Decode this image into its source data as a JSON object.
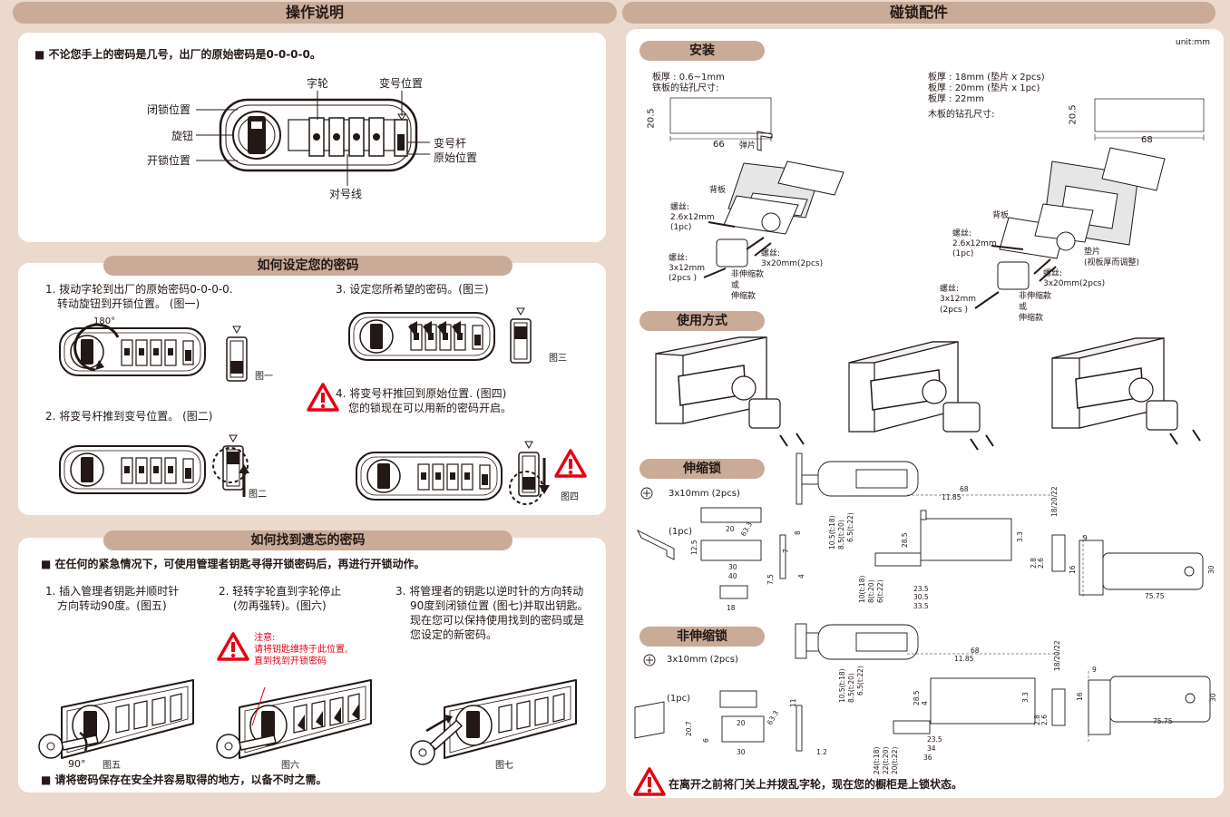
{
  "left": {
    "header": "操作说明",
    "intro_note": "不论您手上的密码是几号，出厂的原始密码是0-0-0-0。",
    "lock_labels": {
      "dial": "字轮",
      "change_pos": "变号位置",
      "locked_pos": "闭锁位置",
      "knob": "旋钮",
      "unlocked_pos": "开锁位置",
      "change_lever": "变号杆",
      "original_pos": "原始位置",
      "align_line": "对号线"
    },
    "set_code": {
      "title": "如何设定您的密码",
      "step1_line1": "1. 拨动字轮到出厂的原始密码0-0-0-0.",
      "step1_line2": "转动旋钮到开锁位置。 (图一)",
      "angle": "180°",
      "fig1": "图一",
      "step2": "2. 将变号杆推到变号位置。 (图二)",
      "fig2": "图二",
      "step3": "3. 设定您所希望的密码。(图三)",
      "fig3": "图三",
      "step4_line1": "4. 将变号杆推回到原始位置. (图四)",
      "step4_line2": "您的锁现在可以用新的密码开启。",
      "fig4": "图四"
    },
    "forgot": {
      "title": "如何找到遗忘的密码",
      "note": "在任何的紧急情况下，可使用管理者钥匙寻得开锁密码后，再进行开锁动作。",
      "step1_line1": "1. 插入管理者钥匙并顺时针",
      "step1_line2": "方向转动90度。(图五)",
      "step2_line1": "2. 轻转字轮直到字轮停止",
      "step2_line2": "(勿再强转)。(图六)",
      "step3_line1": "3. 将管理者的钥匙以逆时针的方向转动",
      "step3_line2": "90度到闭锁位置 (图七)并取出钥匙。",
      "step3_line3": "现在您可以保持使用找到的密码或是",
      "step3_line4": "您设定的新密码。",
      "warn_title": "注意:",
      "warn_line1": "请将钥匙维持于此位置,",
      "warn_line2": "直到找到开锁密码",
      "angle": "90°",
      "fig5": "图五",
      "fig6": "图六",
      "fig7": "图七",
      "footer": "请将密码保存在安全并容易取得的地方，以备不时之需。"
    }
  },
  "right": {
    "header": "碰锁配件",
    "unit": "unit:mm",
    "install": {
      "title": "安装",
      "metal_thickness": "板厚 : 0.6~1mm",
      "metal_hole": "铁板的钻孔尺寸:",
      "metal_h": "20.5",
      "metal_w": "66",
      "spring": "弹片",
      "back_plate": "背板",
      "screw_a1": "螺丝:",
      "screw_a2": "2.6x12mm",
      "screw_a3": "(1pc)",
      "screw_b1": "螺丝:",
      "screw_b2": "3x12mm",
      "screw_b3": "(2pcs )",
      "screw_c1": "螺丝:",
      "screw_c2": "3x20mm(2pcs)",
      "option1": "非伸缩款",
      "option_or": "或",
      "option2": "伸缩款",
      "wood_t1": "板厚 : 18mm (垫片 x 2pcs)",
      "wood_t2": "板厚 : 20mm (垫片 x 1pc)",
      "wood_t3": "板厚 : 22mm",
      "wood_hole": "木板的钻孔尺寸:",
      "wood_h": "20.5",
      "wood_w": "68",
      "spacer1": "垫片",
      "spacer2": "(视板厚而调整)"
    },
    "usage": {
      "title": "使用方式"
    },
    "telescopic": {
      "title": "伸缩锁",
      "screw": "3x10mm (2pcs)",
      "pc": "(1pc)",
      "dims": [
        "20",
        "63.3",
        "8",
        "12.5",
        "30",
        "40",
        "7.5",
        "7",
        "4",
        "18",
        "68",
        "11.85",
        "10.5(t:18)",
        "8.5(t:20)",
        "6.5(t:22)",
        "18/20/22",
        "28.5",
        "3.3",
        "10(t:18)",
        "8(t:20)",
        "6(t:22)",
        "23.5",
        "30.5",
        "33.5",
        "9",
        "16",
        "30",
        "75.75",
        "2.8",
        "2.6"
      ]
    },
    "non_telescopic": {
      "title": "非伸缩锁",
      "screw": "3x10mm (2pcs)",
      "pc": "(1pc)",
      "dims": [
        "11",
        "20.7",
        "6",
        "20",
        "63.3",
        "30",
        "1.2",
        "68",
        "11.85",
        "10.5(t:18)",
        "8.5(t:20)",
        "6.5(t:22)",
        "18/20/22",
        "28.5",
        "4",
        "3.3",
        "24(t:18)",
        "22(t:20)",
        "20(t:22)",
        "23.5",
        "34",
        "36",
        "9",
        "16",
        "30",
        "75.75",
        "2.8",
        "2.6"
      ]
    },
    "footer": "在离开之前将门关上并拨乱字轮，现在您的橱柜是上锁状态。"
  }
}
